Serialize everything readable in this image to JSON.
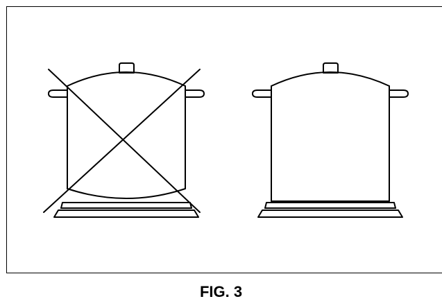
{
  "figure": {
    "caption": "FIG. 3"
  },
  "illustrations": [
    {
      "name": "incorrect-pot-with-concave-base",
      "status": "crossed-out"
    },
    {
      "name": "correct-pot-with-flat-base",
      "status": "ok"
    }
  ],
  "colors": {
    "line": "#000000",
    "background": "#ffffff"
  }
}
